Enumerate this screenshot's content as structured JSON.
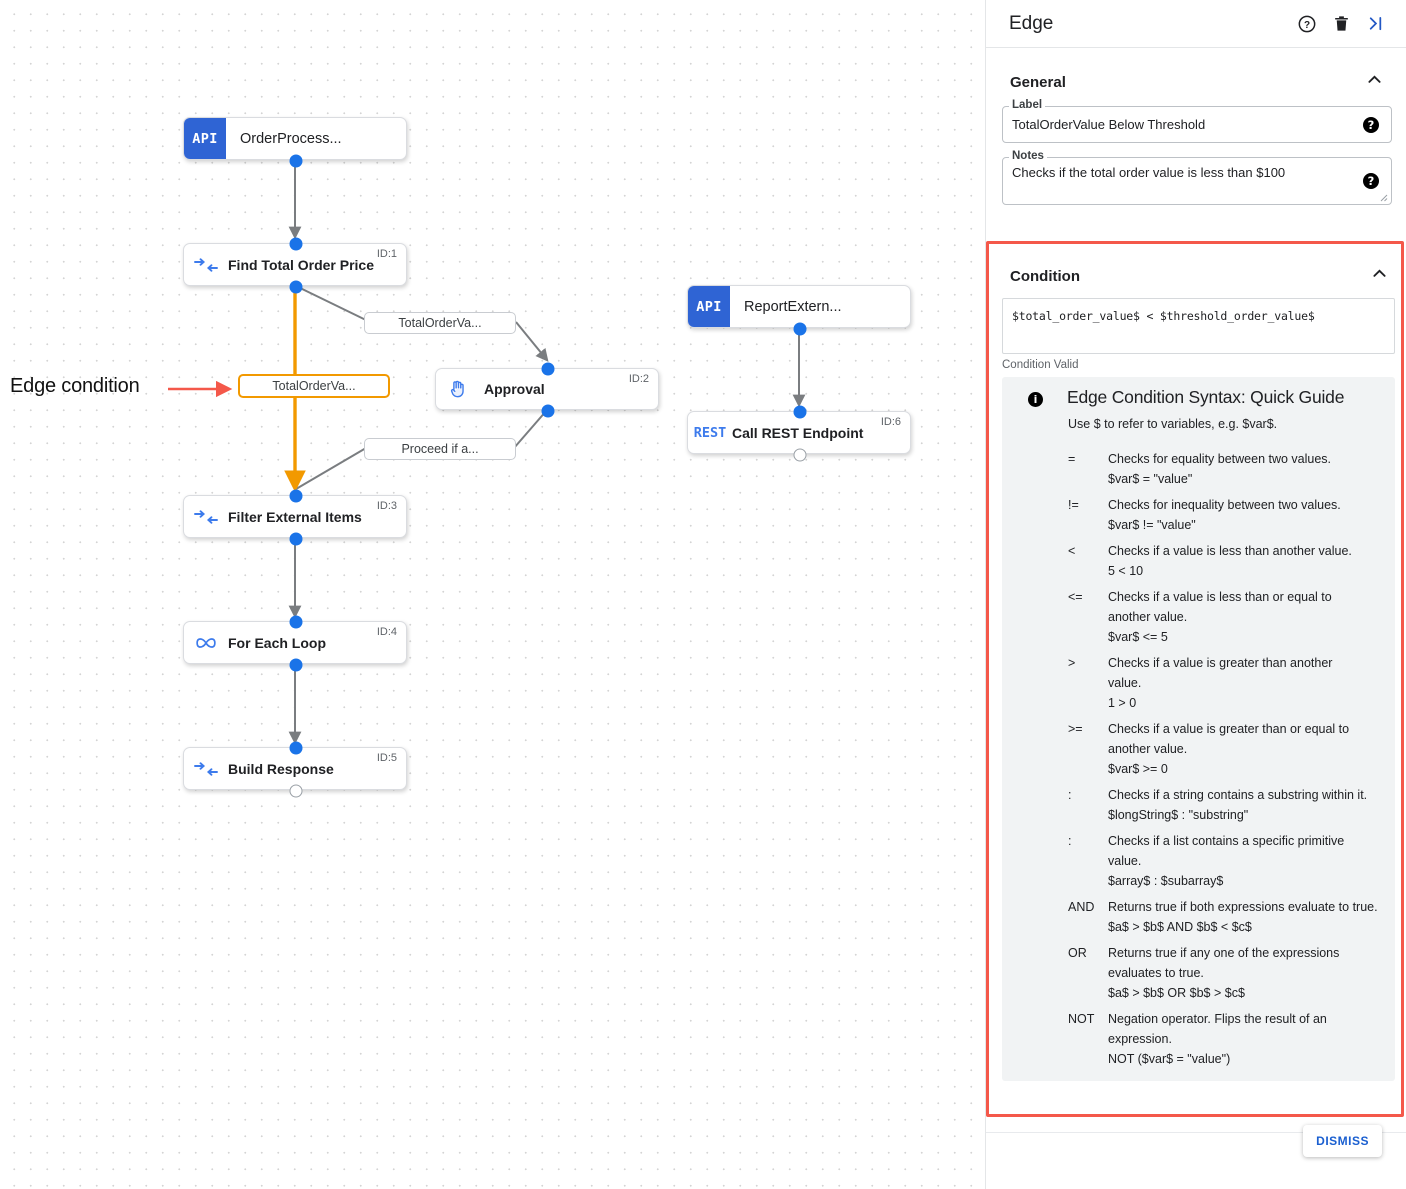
{
  "canvas": {
    "annotation": {
      "label": "Edge condition",
      "arrow_color": "#f4584a"
    },
    "nodes": [
      {
        "kind": "api",
        "badge": "API",
        "title": "OrderProcess...",
        "id_label": ""
      },
      {
        "kind": "step",
        "icon": "transform-icon",
        "title": "Find Total Order Price",
        "id_label": "ID:1"
      },
      {
        "kind": "step",
        "icon": "hand-icon",
        "title": "Approval",
        "id_label": "ID:2"
      },
      {
        "kind": "step",
        "icon": "transform-icon",
        "title": "Filter External Items",
        "id_label": "ID:3"
      },
      {
        "kind": "step",
        "icon": "loop-icon",
        "title": "For Each Loop",
        "id_label": "ID:4"
      },
      {
        "kind": "step",
        "icon": "transform-icon",
        "title": "Build Response",
        "id_label": "ID:5"
      },
      {
        "kind": "api",
        "badge": "API",
        "title": "ReportExtern...",
        "id_label": ""
      },
      {
        "kind": "rest",
        "badge": "REST",
        "title": "Call REST Endpoint",
        "id_label": "ID:6"
      }
    ],
    "edge_labels": [
      {
        "text": "TotalOrderVa...",
        "selected": false
      },
      {
        "text": "TotalOrderVa...",
        "selected": true
      },
      {
        "text": "Proceed if a...",
        "selected": false
      }
    ],
    "colors": {
      "edge": "#7a7d80",
      "edge_selected": "#f29900",
      "port": "#1a73e8",
      "api_badge": "#2f64d4"
    }
  },
  "panel": {
    "title": "Edge",
    "header_icons": [
      {
        "name": "help-icon",
        "glyph": "?"
      },
      {
        "name": "delete-icon",
        "glyph": "trash"
      },
      {
        "name": "collapse-icon",
        "glyph": ">|"
      }
    ],
    "general": {
      "section_title": "General",
      "collapse_state": "expanded",
      "label_field": {
        "legend": "Label",
        "value": "TotalOrderValue Below Threshold",
        "help": "?"
      },
      "notes_field": {
        "legend": "Notes",
        "value": "Checks if the total order value is less than $100",
        "help": "?"
      }
    },
    "condition": {
      "section_title": "Condition",
      "collapse_state": "expanded",
      "expression": "$total_order_value$ < $threshold_order_value$",
      "status": "Condition Valid",
      "highlight_color": "#f4584a",
      "guide": {
        "title": "Edge Condition Syntax: Quick Guide",
        "subtitle": "Use $ to refer to variables, e.g. $var$.",
        "operators": [
          {
            "symbol": "=",
            "description": "Checks for equality between two values.",
            "example": "$var$ = \"value\""
          },
          {
            "symbol": "!=",
            "description": "Checks for inequality between two values.",
            "example": "$var$ != \"value\""
          },
          {
            "symbol": "<",
            "description": "Checks if a value is less than another value.",
            "example": "5 < 10"
          },
          {
            "symbol": "<=",
            "description": "Checks if a value is less than or equal to another value.",
            "example": "$var$ <= 5"
          },
          {
            "symbol": ">",
            "description": "Checks if a value is greater than another value.",
            "example": "1 > 0"
          },
          {
            "symbol": ">=",
            "description": "Checks if a value is greater than or equal to another value.",
            "example": "$var$ >= 0"
          },
          {
            "symbol": ":",
            "description": "Checks if a string contains a substring within it.",
            "example": "$longString$ : \"substring\""
          },
          {
            "symbol": ":",
            "description": "Checks if a list contains a specific primitive value.",
            "example": "$array$ : $subarray$"
          },
          {
            "symbol": "AND",
            "description": "Returns true if both expressions evaluate to true.",
            "example": "$a$ > $b$ AND $b$ < $c$"
          },
          {
            "symbol": "OR",
            "description": "Returns true if any one of the expressions evaluates to true.",
            "example": "$a$ > $b$ OR $b$ > $c$"
          },
          {
            "symbol": "NOT",
            "description": "Negation operator. Flips the result of an expression.",
            "example": "NOT ($var$ = \"value\")"
          }
        ]
      }
    },
    "footer": {
      "dismiss_label": "DISMISS"
    }
  }
}
